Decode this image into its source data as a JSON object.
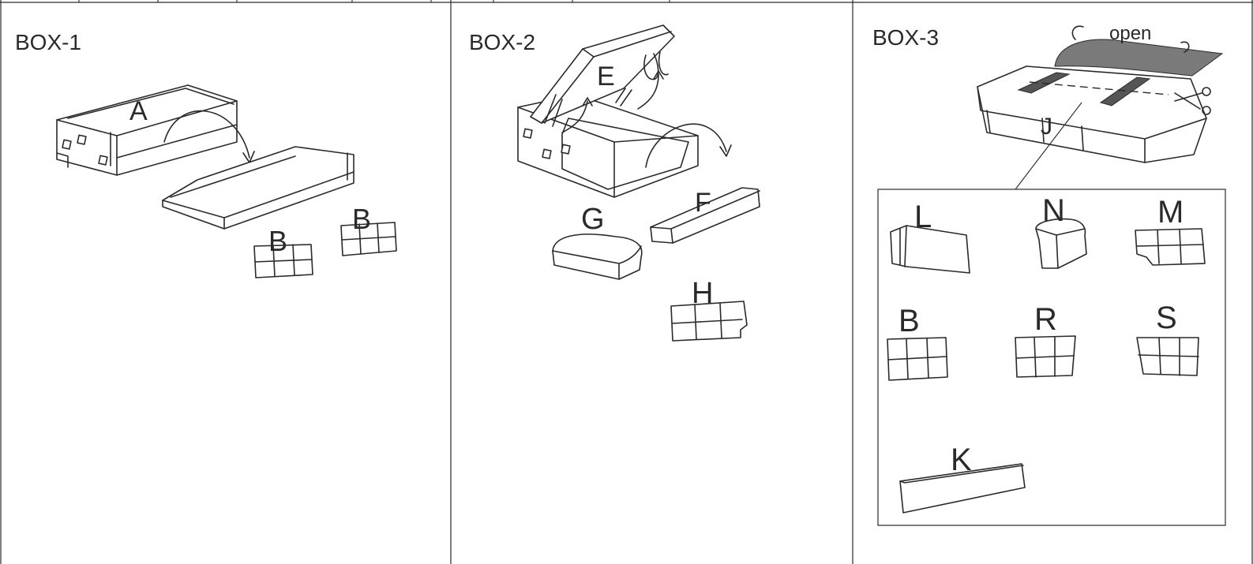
{
  "boxes": [
    {
      "title": "BOX-1",
      "parts": [
        "A",
        "B",
        "B"
      ]
    },
    {
      "title": "BOX-2",
      "parts": [
        "E",
        "F",
        "G",
        "H"
      ]
    },
    {
      "title": "BOX-3",
      "parts": [
        "J",
        "L",
        "N",
        "M",
        "B",
        "R",
        "S",
        "K"
      ],
      "open_label": "open"
    }
  ]
}
